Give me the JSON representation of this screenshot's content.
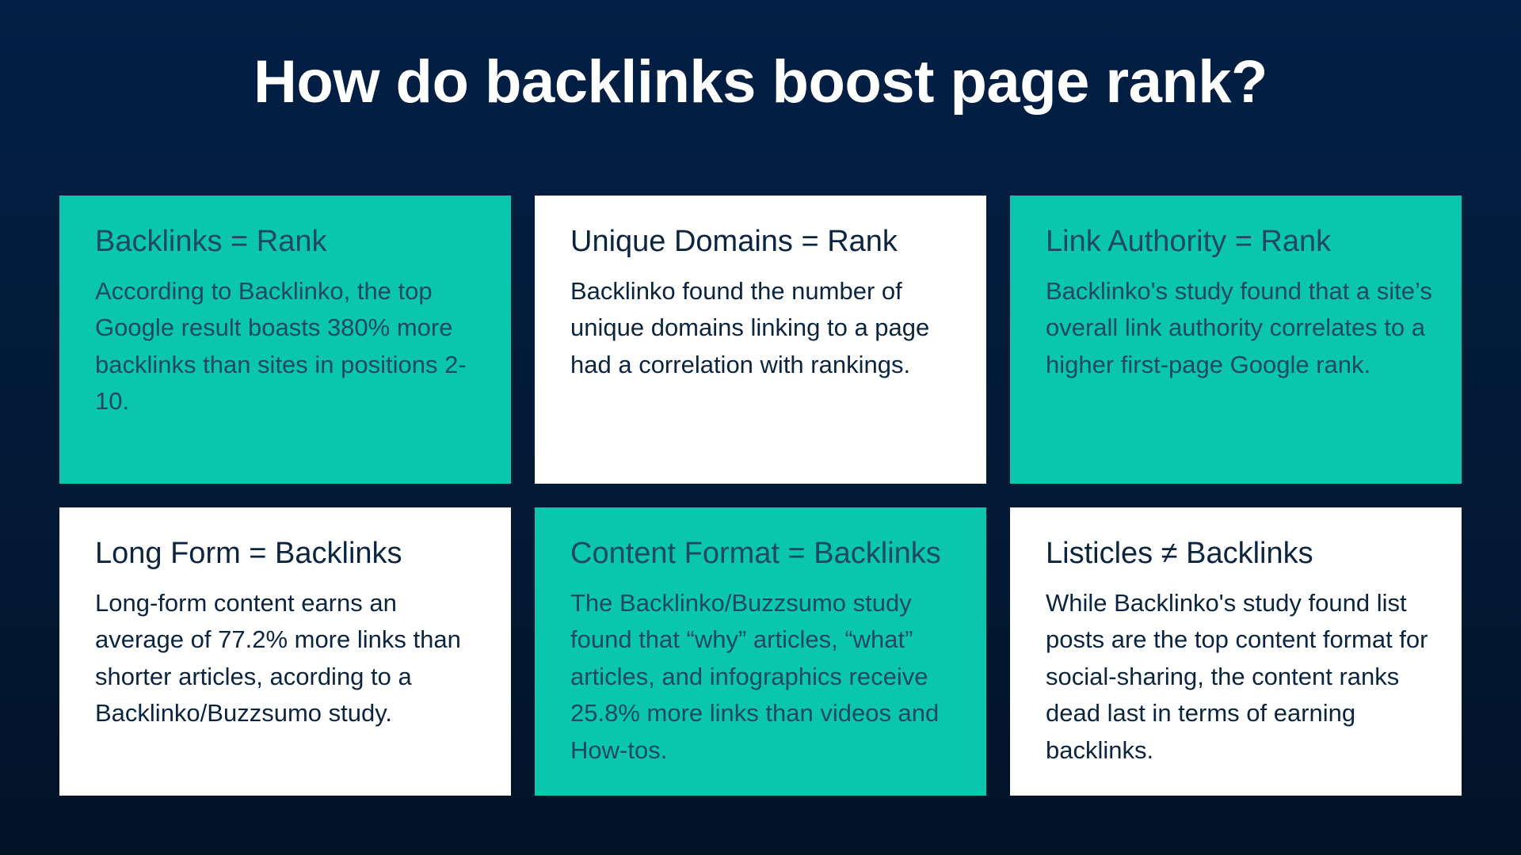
{
  "page": {
    "title": "How do backlinks boost page rank?"
  },
  "cards": [
    {
      "title": "Backlinks = Rank",
      "body": "According to Backlinko, the top Google result boasts 380% more backlinks than sites in positions 2-10.",
      "style": "teal"
    },
    {
      "title": "Unique Domains = Rank",
      "body": "Backlinko found the number of unique domains linking to a page had a correlation with rankings.",
      "style": "white"
    },
    {
      "title": "Link Authority = Rank",
      "body": "Backlinko's study found that a site’s overall link authority correlates to a higher first-page Google rank.",
      "style": "teal"
    },
    {
      "title": "Long Form = Backlinks",
      "body": "Long-form content earns an average of 77.2% more links than shorter articles, acording to a Backlinko/Buzzsumo study.",
      "style": "white"
    },
    {
      "title": "Content Format = Backlinks",
      "body": "The Backlinko/Buzzsumo study found that “why” articles, “what” articles, and infographics receive 25.8% more links than videos and How-tos.",
      "style": "teal"
    },
    {
      "title": "Listicles ≠ Backlinks",
      "body": "While Backlinko's study found list posts are the top content format for social-sharing, the content ranks dead last in terms of earning backlinks.",
      "style": "white"
    }
  ],
  "colors": {
    "background": "#021f45",
    "teal": "#0bc6af",
    "white": "#ffffff",
    "text_dark": "#0b2440",
    "title_text": "#ffffff"
  }
}
